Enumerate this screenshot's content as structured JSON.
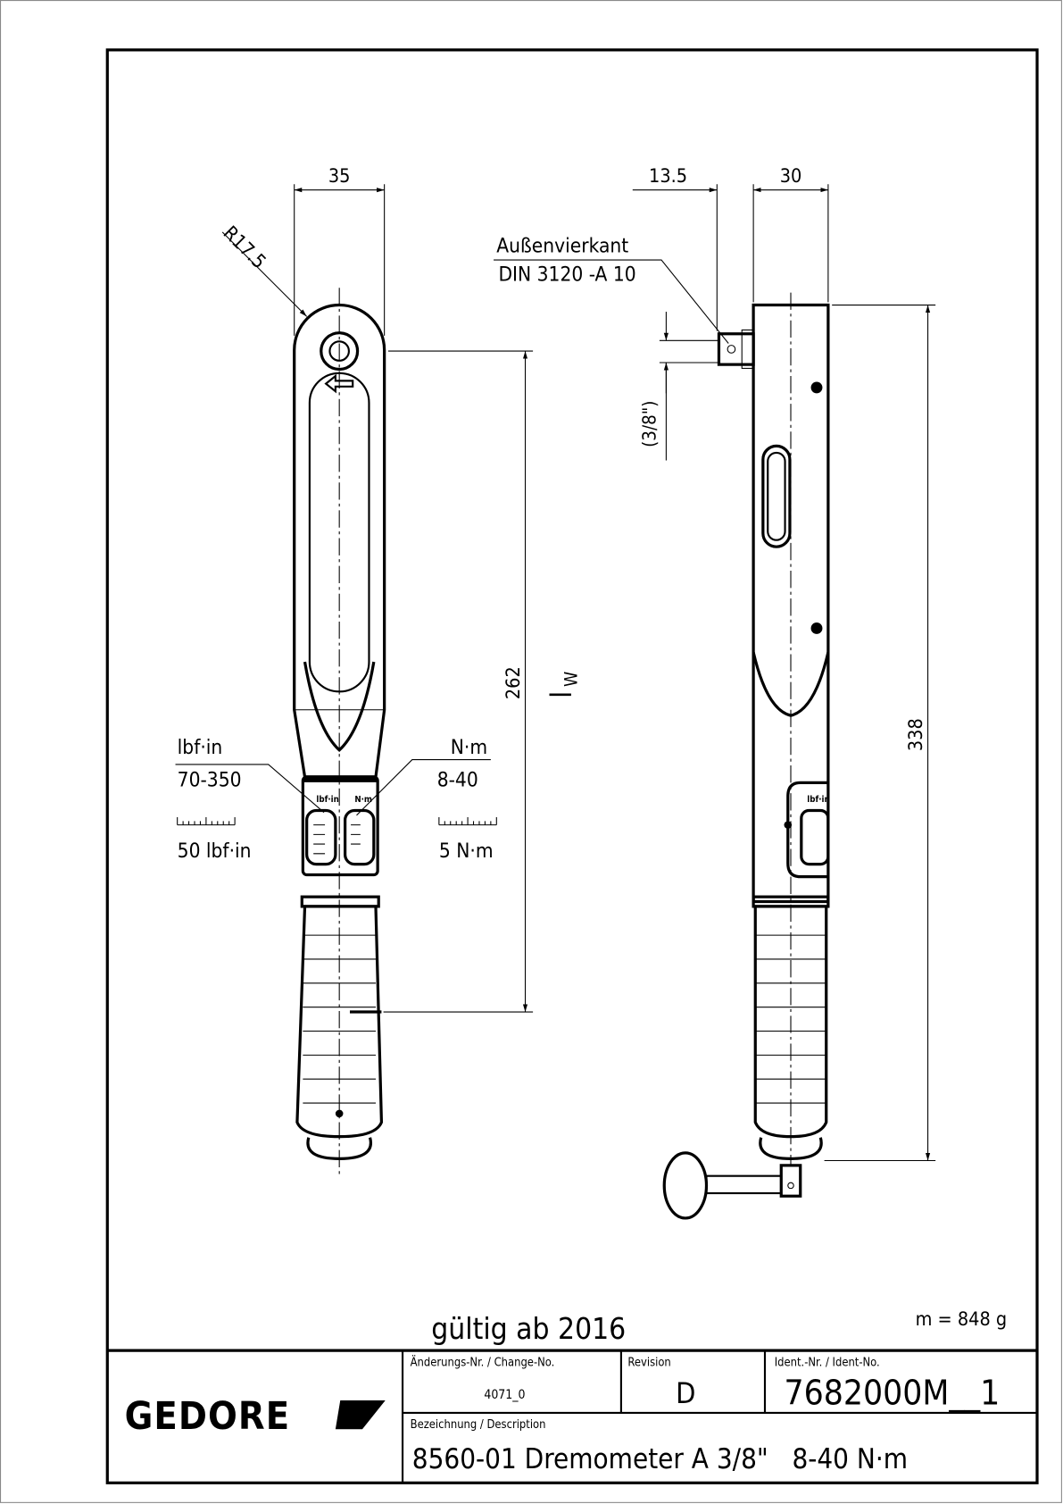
{
  "drawing": {
    "left_view": {
      "dim_width": "35",
      "dim_radius": "R17.5",
      "dim_length": "262",
      "dim_lw": "l",
      "dim_lw_sub": "W",
      "scale_lbf": {
        "unit": "lbf·in",
        "range": "70-350",
        "step": "50 lbf·in",
        "window_label": "lbf·in"
      },
      "scale_nm": {
        "unit": "N·m",
        "range": "8-40",
        "step": "5 N·m",
        "window_label": "N·m"
      }
    },
    "right_view": {
      "dim_square": "13.5",
      "dim_width": "30",
      "dim_length": "338",
      "drive_label": "Außenvierkant",
      "drive_standard": "DIN 3120 -A 10",
      "drive_size": "(3/8\")",
      "window_label": "lbf·in"
    },
    "validity": "gültig ab 2016",
    "mass": "m = 848 g"
  },
  "title_block": {
    "logo": "GEDORE",
    "change_label": "Änderungs-Nr. / Change-No.",
    "change_value": "4071_0",
    "revision_label": "Revision",
    "revision_value": "D",
    "ident_label": "Ident.-Nr. / Ident-No.",
    "ident_value": "7682000M__1",
    "description_label": "Bezeichnung / Description",
    "description_value": "8560-01 Dremometer A 3/8\"   8-40 N·m"
  }
}
